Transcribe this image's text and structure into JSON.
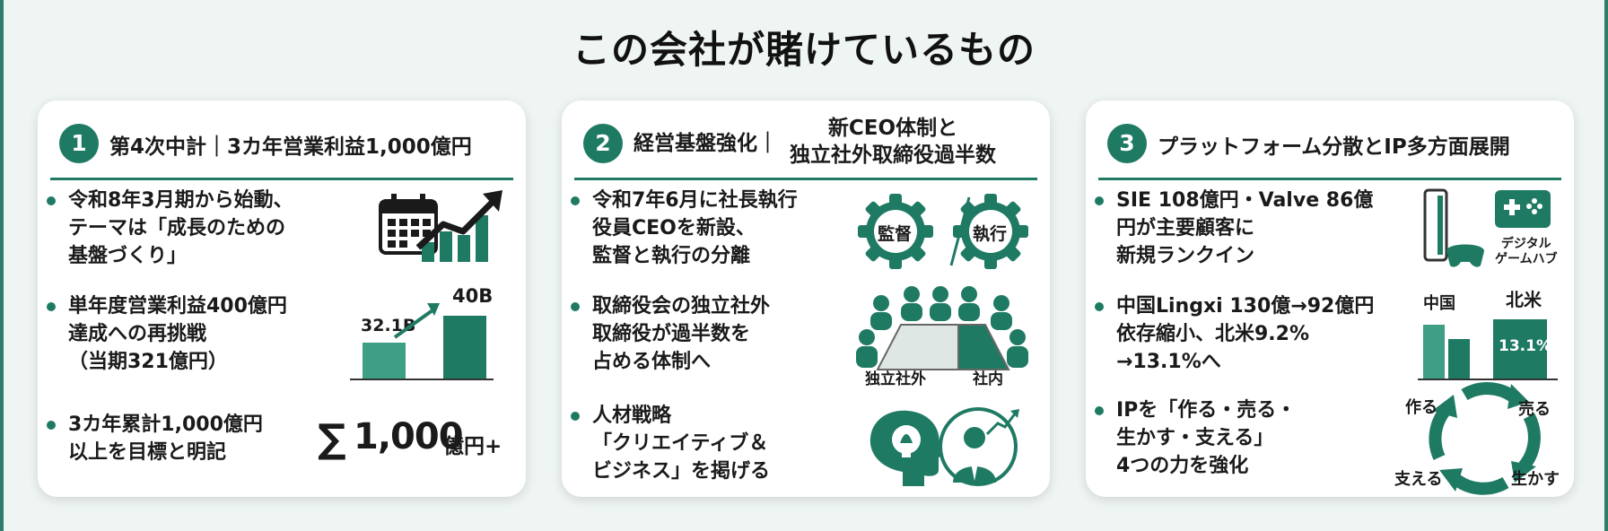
{
  "title": "この会社が賭けているもの",
  "colors": {
    "accent": "#1f7a64",
    "accent_light": "#3e9e86",
    "background": "#eef5f2"
  },
  "cards": [
    {
      "number": "1",
      "heading": "第4次中計｜3カ年営業利益1,000億円",
      "bullets": [
        "令和8年3月期から始動、\nテーマは「成長のための\n基盤づくり」",
        "単年度営業利益400億円\n達成への再挑戦\n（当期321億円）",
        "3カ年累計1,000億円\n以上を目標と明記"
      ],
      "icons": [
        "calendar-icon",
        "growth-chart-icon"
      ],
      "bar_current_label": "32.1B",
      "bar_target_label": "40B",
      "sum_symbol": "∑",
      "sum_value": "1,000",
      "sum_unit": "億円+"
    },
    {
      "number": "2",
      "heading_a": "経営基盤強化｜",
      "heading_b_line1": "新CEO体制と",
      "heading_b_line2": "独立社外取締役過半数",
      "bullets": [
        "令和7年6月に社長執行\n役員CEOを新設、\n監督と執行の分離",
        "取締役会の独立社外\n取締役が過半数を\n占める体制へ",
        "人材戦略\n「クリエイティブ＆\nビジネス」を掲げる"
      ],
      "gear_left": "監督",
      "gear_right": "執行",
      "board_left": "独立社外",
      "board_right": "社内",
      "icons": [
        "gear-icon",
        "board-meeting-icon",
        "creative-head-icon",
        "business-person-icon"
      ]
    },
    {
      "number": "3",
      "heading": "プラットフォーム分散とIP多方面展開",
      "bullets": [
        "SIE 108億円・Valve 86億\n円が主要顧客に\n新規ランクイン",
        "中国Lingxi 130億→92億円\n依存縮小、北米9.2%\n→13.1%へ",
        "IPを「作る・売る・\n生かす・支える」\n4つの力を強化"
      ],
      "hub_label_1": "デジタル",
      "hub_label_2": "ゲームハブ",
      "china_label": "中国",
      "na_label": "北米",
      "na_value": "13.1%",
      "cycle": [
        "作る",
        "売る",
        "生かす",
        "支える"
      ],
      "icons": [
        "console-icon",
        "gamepad-icon",
        "cycle-arrows-icon"
      ]
    }
  ]
}
